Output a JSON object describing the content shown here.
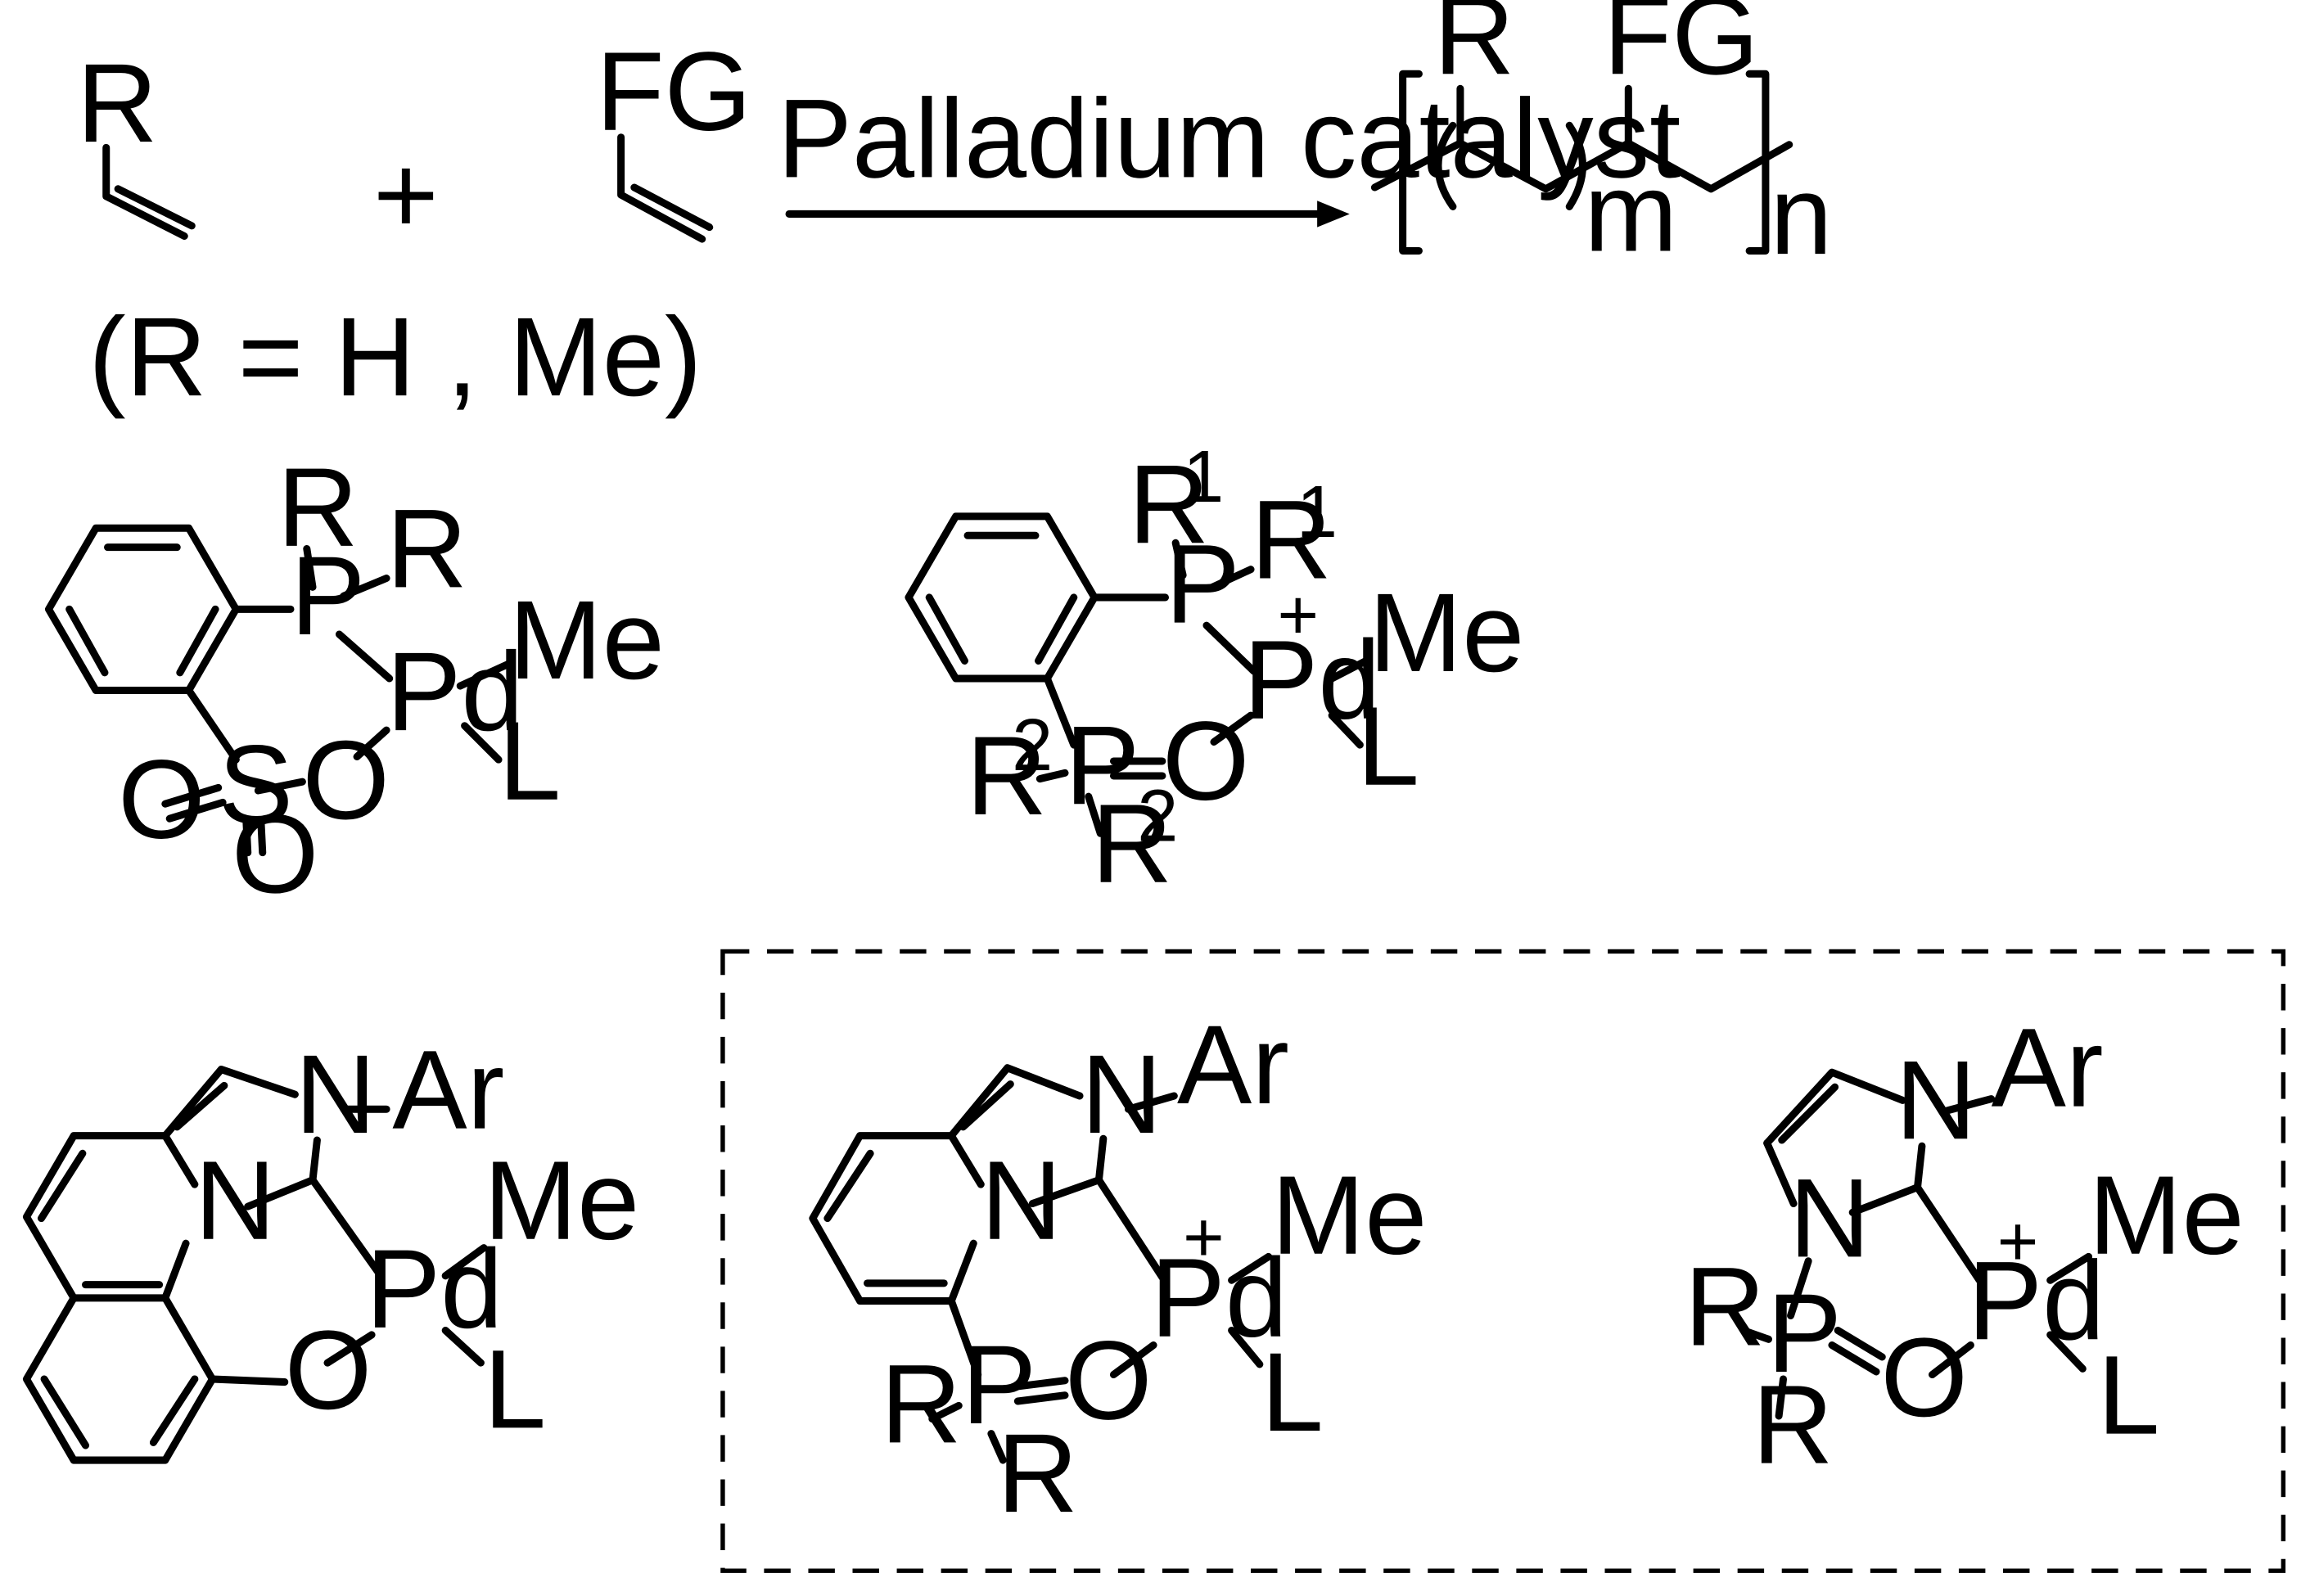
{
  "reaction": {
    "monomer1_substituent": "R",
    "plus": "+",
    "monomer2_substituent": "FG",
    "arrow_label": "Palladium catalyst",
    "polymer": {
      "substituent_1": "R",
      "substituent_2": "FG",
      "repeat_inner": "m",
      "repeat_outer": "n"
    },
    "condition": "(R = H , Me)"
  },
  "catalysts": [
    {
      "id": "phosphine-sulfonate",
      "labels": {
        "P": "P",
        "R_a": "R",
        "R_b": "R",
        "Pd": "Pd",
        "Me": "Me",
        "L": "L",
        "S": "S",
        "O_ring": "O",
        "O_1": "O",
        "O_2": "O"
      }
    },
    {
      "id": "bisphosphine-monoxide",
      "labels": {
        "P": "P",
        "R1_a": "R",
        "R1_b": "R",
        "R1_sup": "1",
        "charge": "+",
        "Pd": "Pd",
        "Me": "Me",
        "L": "L",
        "P_oxide": "P",
        "O": "O",
        "R2_a": "R",
        "R2_b": "R",
        "R2_sup": "2"
      }
    },
    {
      "id": "nhc-phenoxide",
      "labels": {
        "N_top": "N",
        "Ar": "Ar",
        "N_ring": "N",
        "Pd": "Pd",
        "Me": "Me",
        "L": "L",
        "O": "O"
      }
    },
    {
      "id": "nhc-phosphine-oxide-pyridine",
      "labels": {
        "N_top": "N",
        "Ar": "Ar",
        "N_ring": "N",
        "charge": "+",
        "Pd": "Pd",
        "Me": "Me",
        "L": "L",
        "P": "P",
        "O": "O",
        "R_a": "R",
        "R_b": "R"
      }
    },
    {
      "id": "nhc-phosphine-oxide-imidazole",
      "labels": {
        "N_top": "N",
        "Ar": "Ar",
        "N_ring": "N",
        "charge": "+",
        "Pd": "Pd",
        "Me": "Me",
        "L": "L",
        "P": "P",
        "O": "O",
        "R_a": "R",
        "R_b": "R"
      }
    }
  ]
}
